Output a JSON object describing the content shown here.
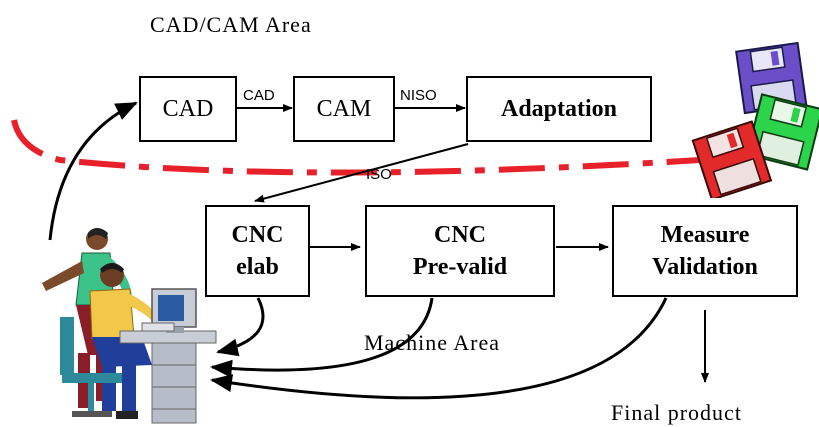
{
  "areas": {
    "top_label": "CAD/CAM Area",
    "bottom_label": "Machine Area"
  },
  "nodes": {
    "cad": "CAD",
    "cam": "CAM",
    "adaptation": "Adaptation",
    "cnc_elab": {
      "line1": "CNC",
      "line2": "elab"
    },
    "cnc_prevalid": {
      "line1": "CNC",
      "line2": "Pre-valid"
    },
    "measure_validation": {
      "line1": "Measure",
      "line2": "Validation"
    }
  },
  "edges": {
    "cad_to_cam": "CAD",
    "cam_to_adaptation": "NISO",
    "adaptation_to_cnc": "ISO"
  },
  "output": "Final product",
  "colors": {
    "boundary": "#e8202a",
    "line": "#000000"
  },
  "icons": [
    "floppy-disks-icon",
    "operators-computer-icon"
  ]
}
